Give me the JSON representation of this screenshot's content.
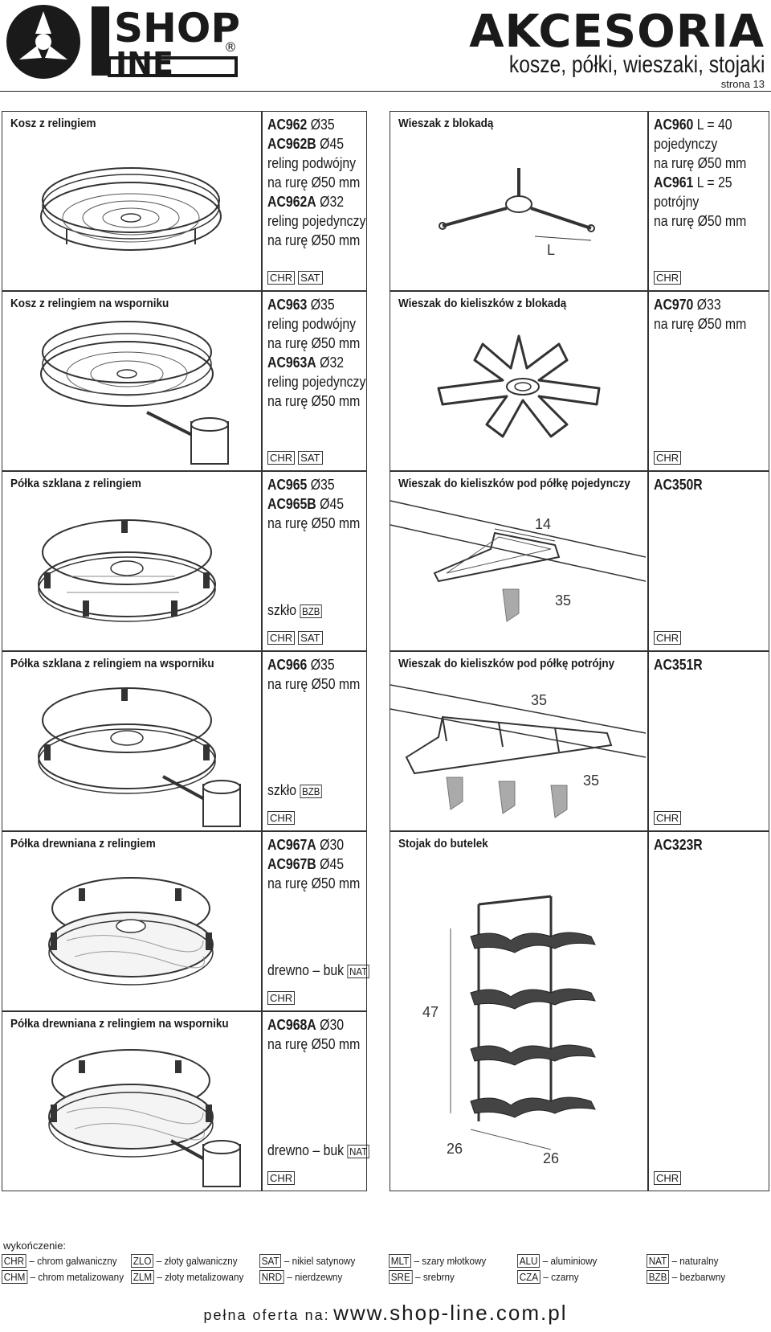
{
  "header": {
    "logo_top": "SHOP",
    "logo_bottom": "INE",
    "logo_mark": "®",
    "title": "AKCESORIA",
    "subtitle": "kosze, półki, wieszaki, stojaki",
    "page": "strona 13"
  },
  "panels": [
    {
      "title": "Kosz z relingiem",
      "spec": [
        {
          "code": "AC962",
          "text": "  Ø35"
        },
        {
          "code": "AC962B",
          "text": " Ø45"
        },
        {
          "code": "",
          "text": "reling podwójny"
        },
        {
          "code": "",
          "text": "na rurę Ø50 mm"
        },
        {
          "code": "AC962A",
          "text": " Ø32"
        },
        {
          "code": "",
          "text": "reling pojedynczy"
        },
        {
          "code": "",
          "text": "na rurę Ø50 mm"
        }
      ],
      "finish_text": "",
      "badges": [
        "CHR",
        "SAT"
      ]
    },
    {
      "title": "Wieszak z blokadą",
      "spec": [
        {
          "code": "AC960",
          "text": "  L = 40"
        },
        {
          "code": "",
          "text": "pojedynczy"
        },
        {
          "code": "",
          "text": "na rurę Ø50 mm"
        },
        {
          "code": "AC961",
          "text": "  L = 25"
        },
        {
          "code": "",
          "text": "potrójny"
        },
        {
          "code": "",
          "text": "na rurę Ø50 mm"
        }
      ],
      "finish_text": "",
      "badges": [
        "CHR"
      ],
      "dims": [
        "L"
      ]
    },
    {
      "title": "Kosz z relingiem na wsporniku",
      "spec": [
        {
          "code": "AC963",
          "text": "  Ø35"
        },
        {
          "code": "",
          "text": "reling podwójny"
        },
        {
          "code": "",
          "text": "na rurę Ø50 mm"
        },
        {
          "code": "AC963A",
          "text": " Ø32"
        },
        {
          "code": "",
          "text": "reling pojedynczy"
        },
        {
          "code": "",
          "text": "na rurę Ø50 mm"
        }
      ],
      "finish_text": "",
      "badges": [
        "CHR",
        "SAT"
      ]
    },
    {
      "title": "Wieszak do kieliszków z blokadą",
      "spec": [
        {
          "code": "AC970",
          "text": "  Ø33"
        },
        {
          "code": "",
          "text": "na rurę Ø50 mm"
        }
      ],
      "finish_text": "",
      "badges": [
        "CHR"
      ]
    },
    {
      "title": "Półka szklana z relingiem",
      "spec": [
        {
          "code": "AC965",
          "text": "  Ø35"
        },
        {
          "code": "AC965B",
          "text": " Ø45"
        },
        {
          "code": "",
          "text": "na rurę Ø50 mm"
        }
      ],
      "finish_text": "szkło",
      "finish_badge": "BZB",
      "badges": [
        "CHR",
        "SAT"
      ]
    },
    {
      "title": "Wieszak do kieliszków pod półkę pojedynczy",
      "spec": [
        {
          "code": "AC350R",
          "text": ""
        }
      ],
      "finish_text": "",
      "badges": [
        "CHR"
      ],
      "dims": [
        "14",
        "35"
      ]
    },
    {
      "title": "Półka szklana z relingiem na wsporniku",
      "spec": [
        {
          "code": "AC966",
          "text": "  Ø35"
        },
        {
          "code": "",
          "text": "na rurę Ø50 mm"
        }
      ],
      "finish_text": "szkło",
      "finish_badge": "BZB",
      "badges": [
        "CHR"
      ]
    },
    {
      "title": "Wieszak do kieliszków pod półkę potrójny",
      "spec": [
        {
          "code": "AC351R",
          "text": ""
        }
      ],
      "finish_text": "",
      "badges": [
        "CHR"
      ],
      "dims": [
        "35",
        "35"
      ]
    },
    {
      "title": "Półka drewniana z relingiem",
      "spec": [
        {
          "code": "AC967A",
          "text": " Ø30"
        },
        {
          "code": "AC967B",
          "text": " Ø45"
        },
        {
          "code": "",
          "text": "na rurę Ø50 mm"
        }
      ],
      "finish_text": "drewno – buk",
      "finish_badge": "NAT",
      "badges": [
        "CHR"
      ]
    },
    {
      "title": "Stojak do butelek",
      "spec": [
        {
          "code": "AC323R",
          "text": ""
        }
      ],
      "finish_text": "",
      "badges": [
        "CHR"
      ],
      "dims": [
        "47",
        "26",
        "26"
      ]
    },
    {
      "title": "Półka drewniana z relingiem na wsporniku",
      "spec": [
        {
          "code": "AC968A",
          "text": " Ø30"
        },
        {
          "code": "",
          "text": "na rurę Ø50 mm"
        }
      ],
      "finish_text": "drewno – buk",
      "finish_badge": "NAT",
      "badges": [
        "CHR"
      ]
    }
  ],
  "legend": {
    "title": "wykończenie:",
    "items": [
      {
        "code": "CHR",
        "label": "– chrom galwaniczny"
      },
      {
        "code": "ZLO",
        "label": "– złoty galwaniczny"
      },
      {
        "code": "SAT",
        "label": "– nikiel satynowy"
      },
      {
        "code": "MLT",
        "label": "– szary młotkowy"
      },
      {
        "code": "ALU",
        "label": "– aluminiowy"
      },
      {
        "code": "NAT",
        "label": "– naturalny"
      },
      {
        "code": "CHM",
        "label": "– chrom metalizowany"
      },
      {
        "code": "ZLM",
        "label": "– złoty metalizowany"
      },
      {
        "code": "NRD",
        "label": "– nierdzewny"
      },
      {
        "code": "SRE",
        "label": "– srebrny"
      },
      {
        "code": "CZA",
        "label": "– czarny"
      },
      {
        "code": "BZB",
        "label": "– bezbarwny"
      }
    ]
  },
  "footer": {
    "label": "pełna oferta na:",
    "url": "www.shop-line.com.pl"
  }
}
